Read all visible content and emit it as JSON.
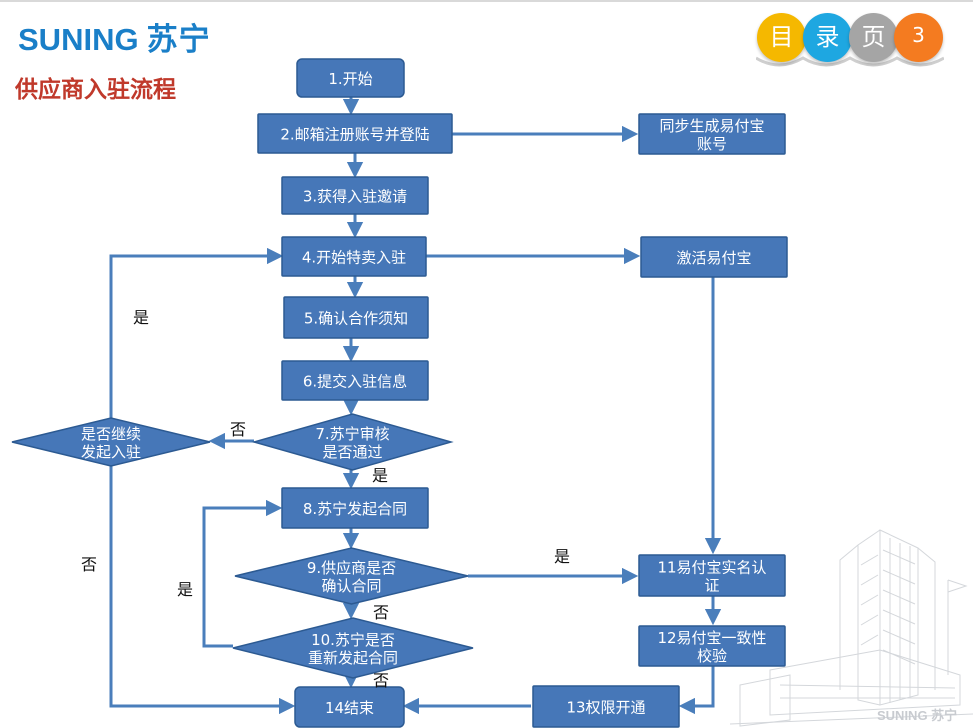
{
  "header": {
    "logo_en": "SUNING",
    "logo_cn": "苏宁",
    "page_title": "供应商入驻流程",
    "nav": [
      {
        "label": "目",
        "color": "#f5b800"
      },
      {
        "label": "录",
        "color": "#1ea7e1"
      },
      {
        "label": "页",
        "color": "#a5a5a5"
      },
      {
        "label": "3",
        "color": "#f47b20"
      }
    ]
  },
  "footer": {
    "logo": "SUNING 苏宁"
  },
  "colors": {
    "box_fill": "#4677b8",
    "box_stroke": "#2c5a92",
    "arrow": "#4a7ebb",
    "text_on_shape": "#ffffff"
  },
  "flow": {
    "nodes": [
      {
        "id": "n1",
        "shape": "rect",
        "lines": [
          "1.开始"
        ]
      },
      {
        "id": "n2",
        "shape": "rect",
        "lines": [
          "2.邮箱注册账号并登陆"
        ]
      },
      {
        "id": "n3",
        "shape": "rect",
        "lines": [
          "3.获得入驻邀请"
        ]
      },
      {
        "id": "n4",
        "shape": "rect",
        "lines": [
          "4.开始特卖入驻"
        ]
      },
      {
        "id": "n5",
        "shape": "rect",
        "lines": [
          "5.确认合作须知"
        ]
      },
      {
        "id": "n6",
        "shape": "rect",
        "lines": [
          "6.提交入驻信息"
        ]
      },
      {
        "id": "n7",
        "shape": "diamond",
        "lines": [
          "7.苏宁审核",
          "是否通过"
        ]
      },
      {
        "id": "n8",
        "shape": "rect",
        "lines": [
          "8.苏宁发起合同"
        ]
      },
      {
        "id": "n9",
        "shape": "diamond",
        "lines": [
          "9.供应商是否",
          "确认合同"
        ]
      },
      {
        "id": "n10",
        "shape": "diamond",
        "lines": [
          "10.苏宁是否",
          "重新发起合同"
        ]
      },
      {
        "id": "n14",
        "shape": "rect",
        "lines": [
          "14结束"
        ]
      },
      {
        "id": "nsync",
        "shape": "rect",
        "lines": [
          "同步生成易付宝",
          "账号"
        ]
      },
      {
        "id": "nact",
        "shape": "rect",
        "lines": [
          "激活易付宝"
        ]
      },
      {
        "id": "n11",
        "shape": "rect",
        "lines": [
          "11易付宝实名认",
          "证"
        ]
      },
      {
        "id": "n12",
        "shape": "rect",
        "lines": [
          "12易付宝一致性",
          "校验"
        ]
      },
      {
        "id": "n13",
        "shape": "rect",
        "lines": [
          "13权限开通"
        ]
      },
      {
        "id": "ncont",
        "shape": "diamond",
        "lines": [
          "是否继续",
          "发起入驻"
        ]
      }
    ],
    "edge_labels": [
      {
        "id": "l-yes-loop",
        "text": "是"
      },
      {
        "id": "l-no-7",
        "text": "否"
      },
      {
        "id": "l-yes-7",
        "text": "是"
      },
      {
        "id": "l-no-cont",
        "text": "否"
      },
      {
        "id": "l-yes-9",
        "text": "是"
      },
      {
        "id": "l-no-9",
        "text": "否"
      },
      {
        "id": "l-yes-10",
        "text": "是"
      },
      {
        "id": "l-no-10",
        "text": "否"
      }
    ]
  }
}
